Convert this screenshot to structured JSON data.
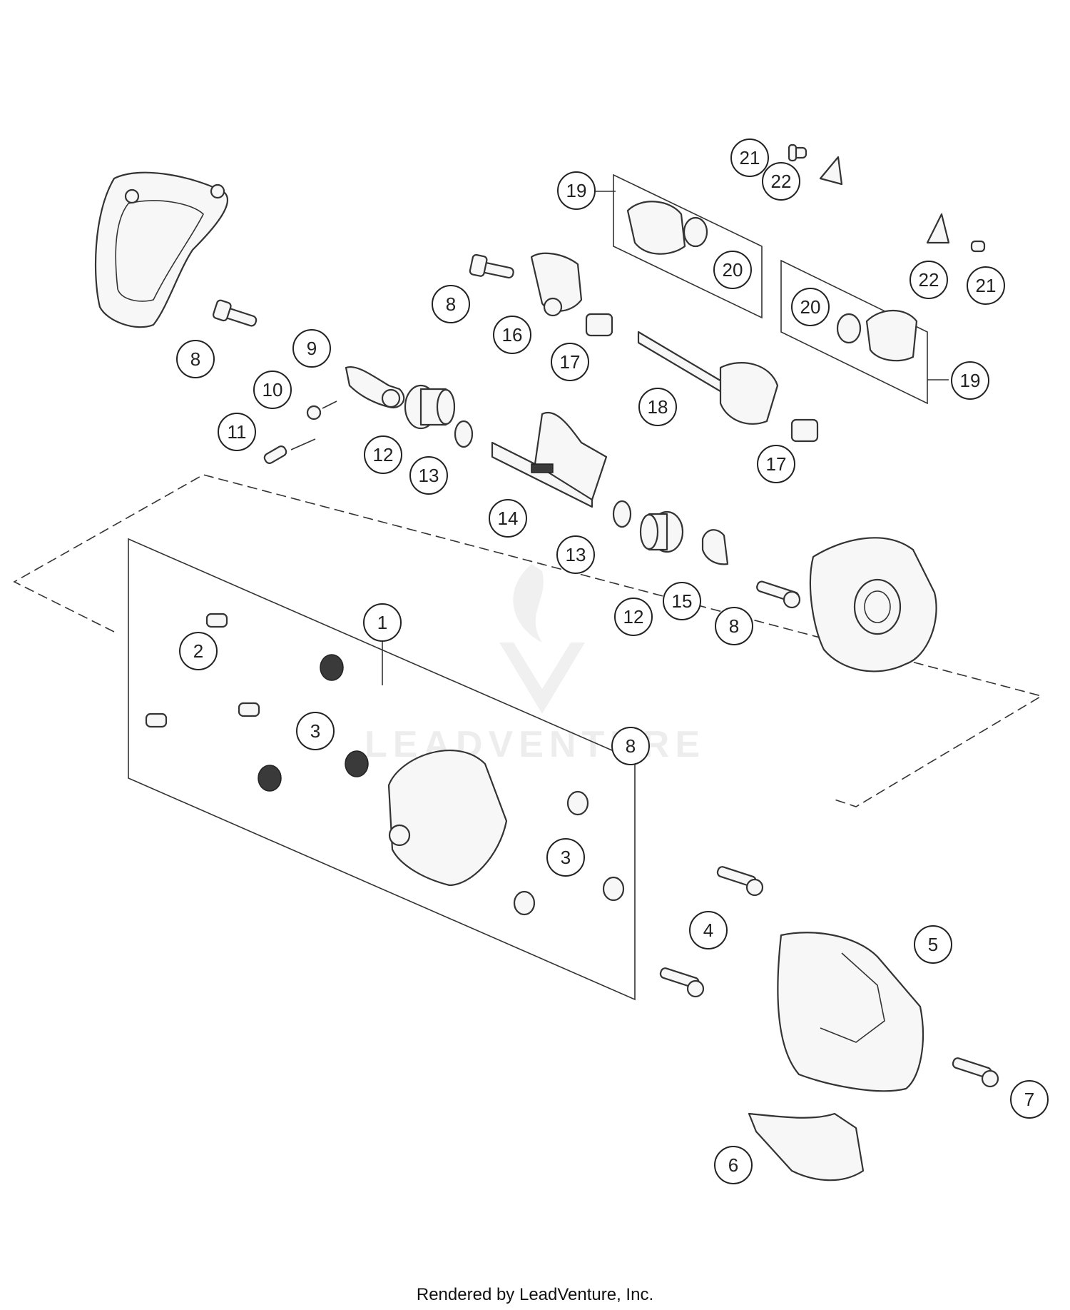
{
  "diagram": {
    "callouts": [
      "1",
      "2",
      "3",
      "3",
      "4",
      "5",
      "6",
      "7",
      "8",
      "8",
      "8",
      "8",
      "9",
      "10",
      "11",
      "12",
      "12",
      "13",
      "13",
      "14",
      "15",
      "16",
      "17",
      "17",
      "18",
      "19",
      "19",
      "20",
      "20",
      "21",
      "21",
      "22",
      "22"
    ]
  },
  "watermark": {
    "text": "LEADVENTURE"
  },
  "footer": {
    "text": "Rendered by LeadVenture, Inc."
  }
}
